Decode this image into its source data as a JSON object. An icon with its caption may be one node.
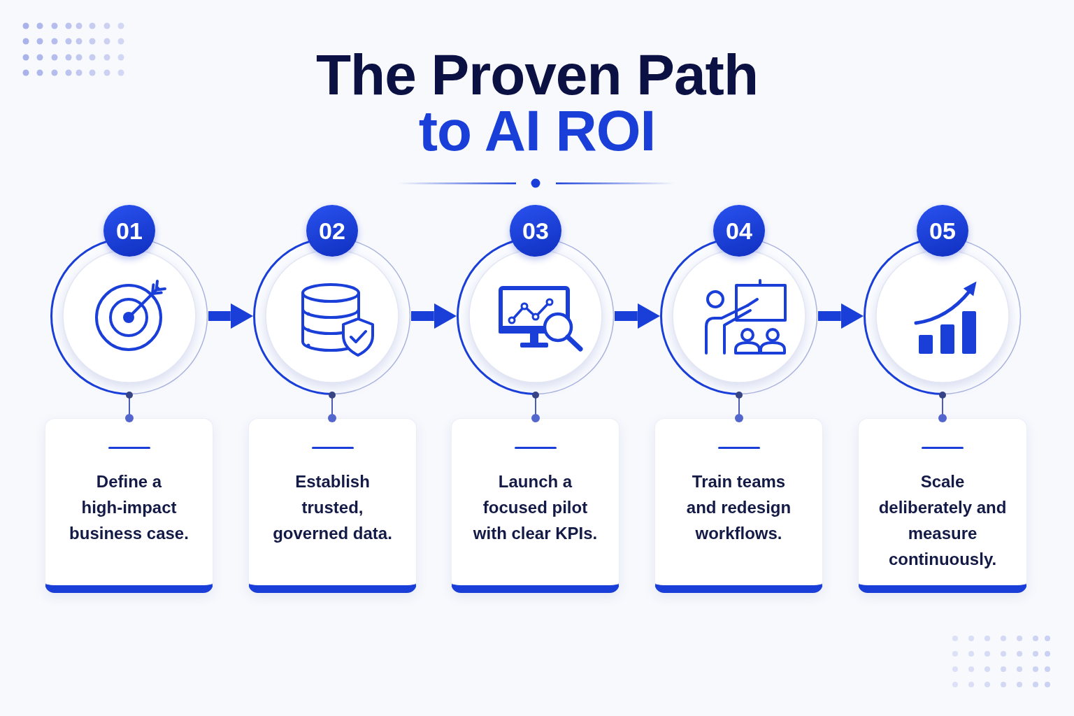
{
  "diagram": {
    "title": "The Proven Path to AI ROI",
    "nodes": [
      {
        "text": [
          "01"
        ]
      },
      {
        "text": [
          "02"
        ]
      },
      {
        "text": [
          "03"
        ]
      },
      {
        "text": [
          "04"
        ]
      },
      {
        "text": [
          "05"
        ]
      },
      {
        "text": [
          "Define a high-impact business case."
        ]
      },
      {
        "text": [
          "Establish trusted, governed data."
        ]
      },
      {
        "text": [
          "Launch a focused pilot with clear KPIs."
        ]
      },
      {
        "text": [
          "Train teams and redesign workflows."
        ]
      },
      {
        "text": [
          "Scale deliberately and measure continuously."
        ]
      }
    ],
    "edges": [
      {
        "from": 0,
        "to": 1,
        "arrow": "to",
        "style": "thick",
        "color": "#1a3fd8"
      },
      {
        "from": 1,
        "to": 2,
        "arrow": "to",
        "style": "thick",
        "color": "#1a3fd8"
      },
      {
        "from": 2,
        "to": 3,
        "arrow": "to",
        "style": "thick",
        "color": "#1a3fd8"
      },
      {
        "from": 3,
        "to": 4,
        "arrow": "to",
        "style": "thick",
        "color": "#1a3fd8"
      },
      {
        "from": 0,
        "to": 5,
        "arrow": "other"
      },
      {
        "from": 1,
        "to": 6,
        "arrow": "other"
      },
      {
        "from": 2,
        "to": 7,
        "arrow": "other"
      },
      {
        "from": 3,
        "to": 8,
        "arrow": "other"
      },
      {
        "from": 4,
        "to": 9,
        "arrow": "other"
      }
    ]
  }
}
